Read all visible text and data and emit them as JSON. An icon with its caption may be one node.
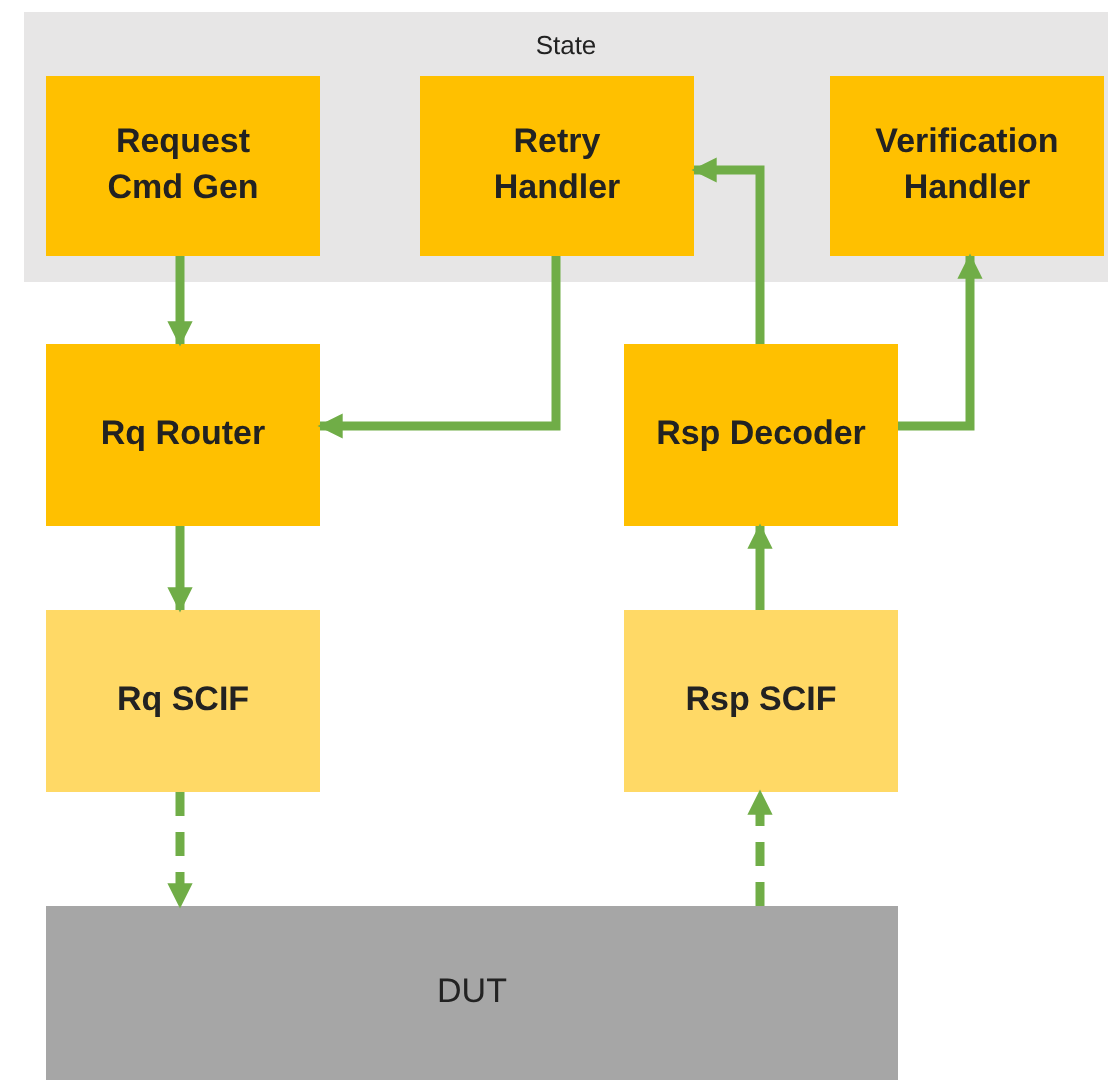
{
  "diagram": {
    "nodes": [
      {
        "text": [
          "State"
        ]
      },
      {
        "text": [
          "Request Cmd Gen"
        ],
        "in": 0
      },
      {
        "text": [
          "Retry Handler"
        ],
        "in": 0
      },
      {
        "text": [
          "Verification Handler"
        ],
        "in": 0
      },
      {
        "text": [
          "Rq Router"
        ]
      },
      {
        "text": [
          "Rsp Decoder"
        ]
      },
      {
        "text": [
          "Rq SCIF"
        ]
      },
      {
        "text": [
          "Rsp SCIF"
        ]
      },
      {
        "text": [
          "DUT"
        ]
      }
    ],
    "edges": [
      {
        "from": 1,
        "to": 4,
        "arrow": "to"
      },
      {
        "from": 2,
        "to": 4,
        "arrow": "to"
      },
      {
        "from": 4,
        "to": 6,
        "arrow": "to"
      },
      {
        "from": 6,
        "to": 8,
        "arrow": "to",
        "style": "dashed"
      },
      {
        "from": 8,
        "to": 7,
        "arrow": "to",
        "style": "dashed"
      },
      {
        "from": 7,
        "to": 5,
        "arrow": "to"
      },
      {
        "from": 5,
        "to": 2,
        "arrow": "to"
      },
      {
        "from": 5,
        "to": 3,
        "arrow": "to"
      }
    ]
  }
}
